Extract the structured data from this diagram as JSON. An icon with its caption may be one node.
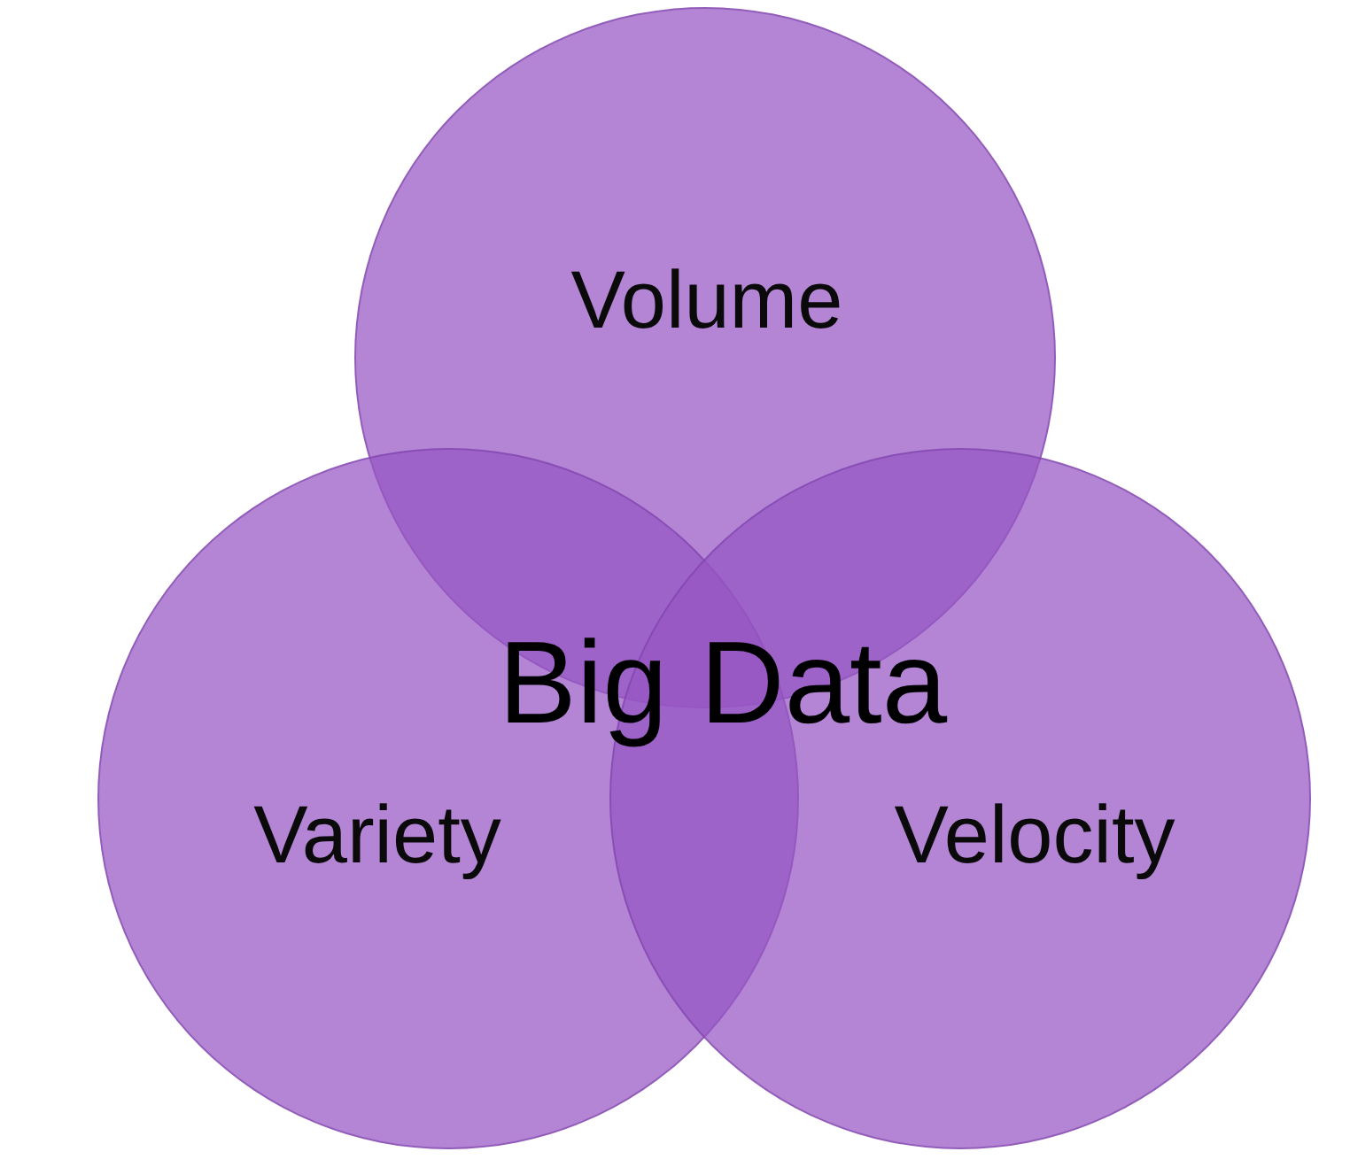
{
  "diagram": {
    "nodes": [
      {
        "text": [
          "Volume"
        ]
      },
      {
        "text": [
          "Variety"
        ]
      },
      {
        "text": [
          "Velocity"
        ]
      }
    ],
    "labels": [
      "Big Data"
    ]
  }
}
